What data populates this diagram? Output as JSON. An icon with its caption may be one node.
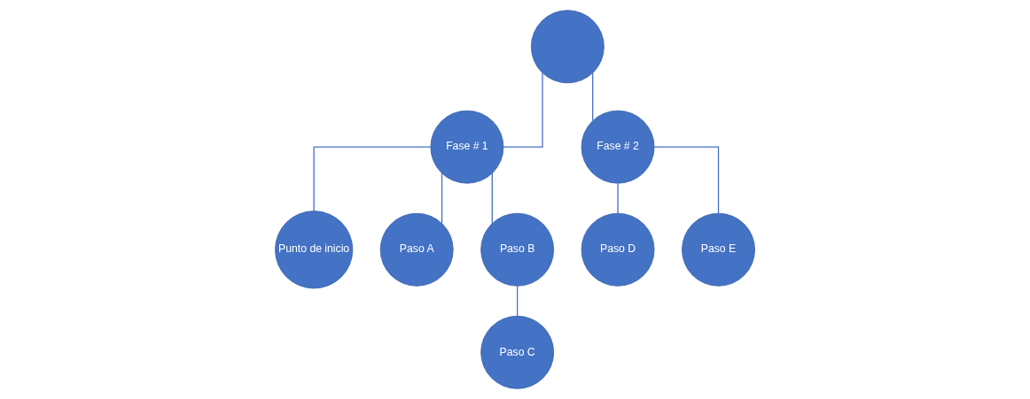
{
  "diagram": {
    "nodes": [
      {
        "text": [],
        "shape": "circle"
      },
      {
        "text": [
          "Fase # 1"
        ]
      },
      {
        "text": [
          "Fase # 2"
        ]
      },
      {
        "text": [
          "Punto de inicio"
        ]
      },
      {
        "text": [
          "Paso A"
        ]
      },
      {
        "text": [
          "Paso B"
        ]
      },
      {
        "text": [
          "Paso C"
        ]
      },
      {
        "text": [
          "Paso D"
        ]
      },
      {
        "text": [
          "Paso E"
        ]
      }
    ],
    "edges": [
      {
        "from": 0,
        "to": 1,
        "arrow": "none"
      },
      {
        "from": 0,
        "to": 2,
        "arrow": "none"
      },
      {
        "from": 1,
        "to": 3,
        "arrow": "none"
      },
      {
        "from": 1,
        "to": 4,
        "arrow": "none"
      },
      {
        "from": 1,
        "to": 5,
        "arrow": "none"
      },
      {
        "from": 5,
        "to": 6,
        "arrow": "none"
      },
      {
        "from": 2,
        "to": 7,
        "arrow": "none"
      },
      {
        "from": 2,
        "to": 8,
        "arrow": "none"
      }
    ]
  }
}
